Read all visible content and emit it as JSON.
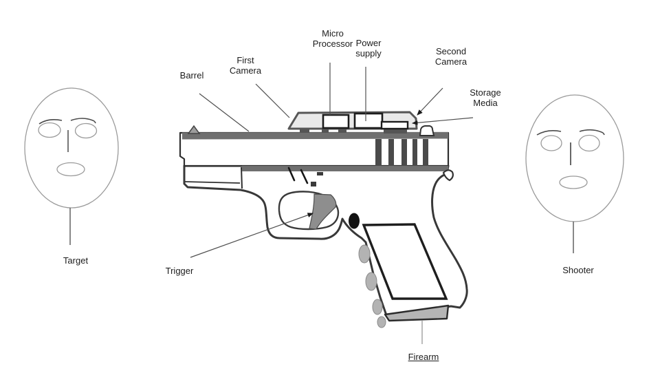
{
  "palette": {
    "background": "#ffffff",
    "outline_dark": "#3a3a3a",
    "metal_gray": "#6f6f6f",
    "serration_gray": "#4a4a4a",
    "housing_gray": "#e9e9e9",
    "trigger_gray": "#8e8e8e",
    "light_gray": "#b3b3b3",
    "mag_gray": "#b5b5b5",
    "sight_gray": "#9c9c9c",
    "pin_black": "#121212",
    "text": "#1c1c1c"
  },
  "annotations": {
    "barrel": {
      "label": "Barrel"
    },
    "first_camera": {
      "line1": "First",
      "line2": "Camera"
    },
    "micro_processor": {
      "line1": "Micro",
      "line2": "Processor"
    },
    "power_supply": {
      "line1": "Power",
      "line2": "supply"
    },
    "second_camera": {
      "line1": "Second",
      "line2": "Camera"
    },
    "storage_media": {
      "line1": "Storage",
      "line2": "Media"
    },
    "trigger": {
      "label": "Trigger"
    },
    "firearm": {
      "label": "Firearm"
    }
  },
  "figures": {
    "target": {
      "label": "Target"
    },
    "shooter": {
      "label": "Shooter"
    }
  }
}
